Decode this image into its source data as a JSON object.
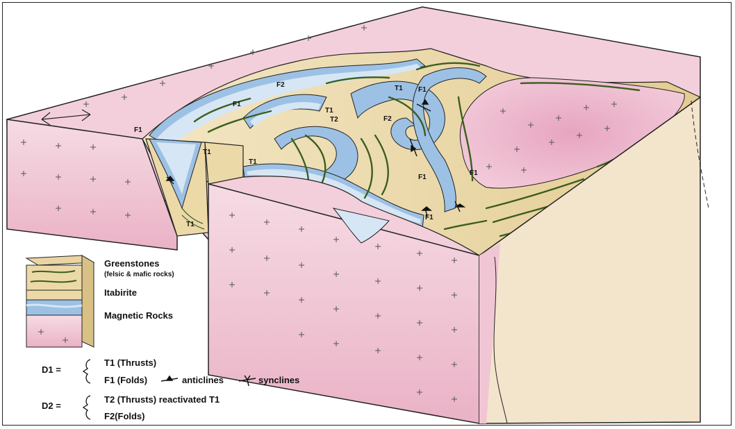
{
  "colors": {
    "pink": "#f2c9d6",
    "pink_dark": "#e8a9bf",
    "tan": "#ecd9a8",
    "tan_dark": "#d9c186",
    "blue": "#9cc1e4",
    "blue_light": "#d6e6f4",
    "green": "#3b5e1e",
    "outline": "#222222"
  },
  "labels": {
    "f1": "F1",
    "f2": "F2",
    "t1": "T1",
    "t2": "T2"
  },
  "legend": {
    "greenstones": "Greenstones",
    "greenstones_sub": "(felsic & mafic rocks)",
    "itabirite": "Itabirite",
    "magnetic": "Magnetic Rocks",
    "d1_key": "D1 =",
    "d1_t1": "T1 (Thrusts)",
    "d1_f1": "F1 (Folds)",
    "anticlines": "anticlines",
    "synclines": "synclines",
    "d2_key": "D2 =",
    "d2_t2": "T2 (Thrusts) reactivated T1",
    "d2_f2": "F2(Folds)"
  }
}
